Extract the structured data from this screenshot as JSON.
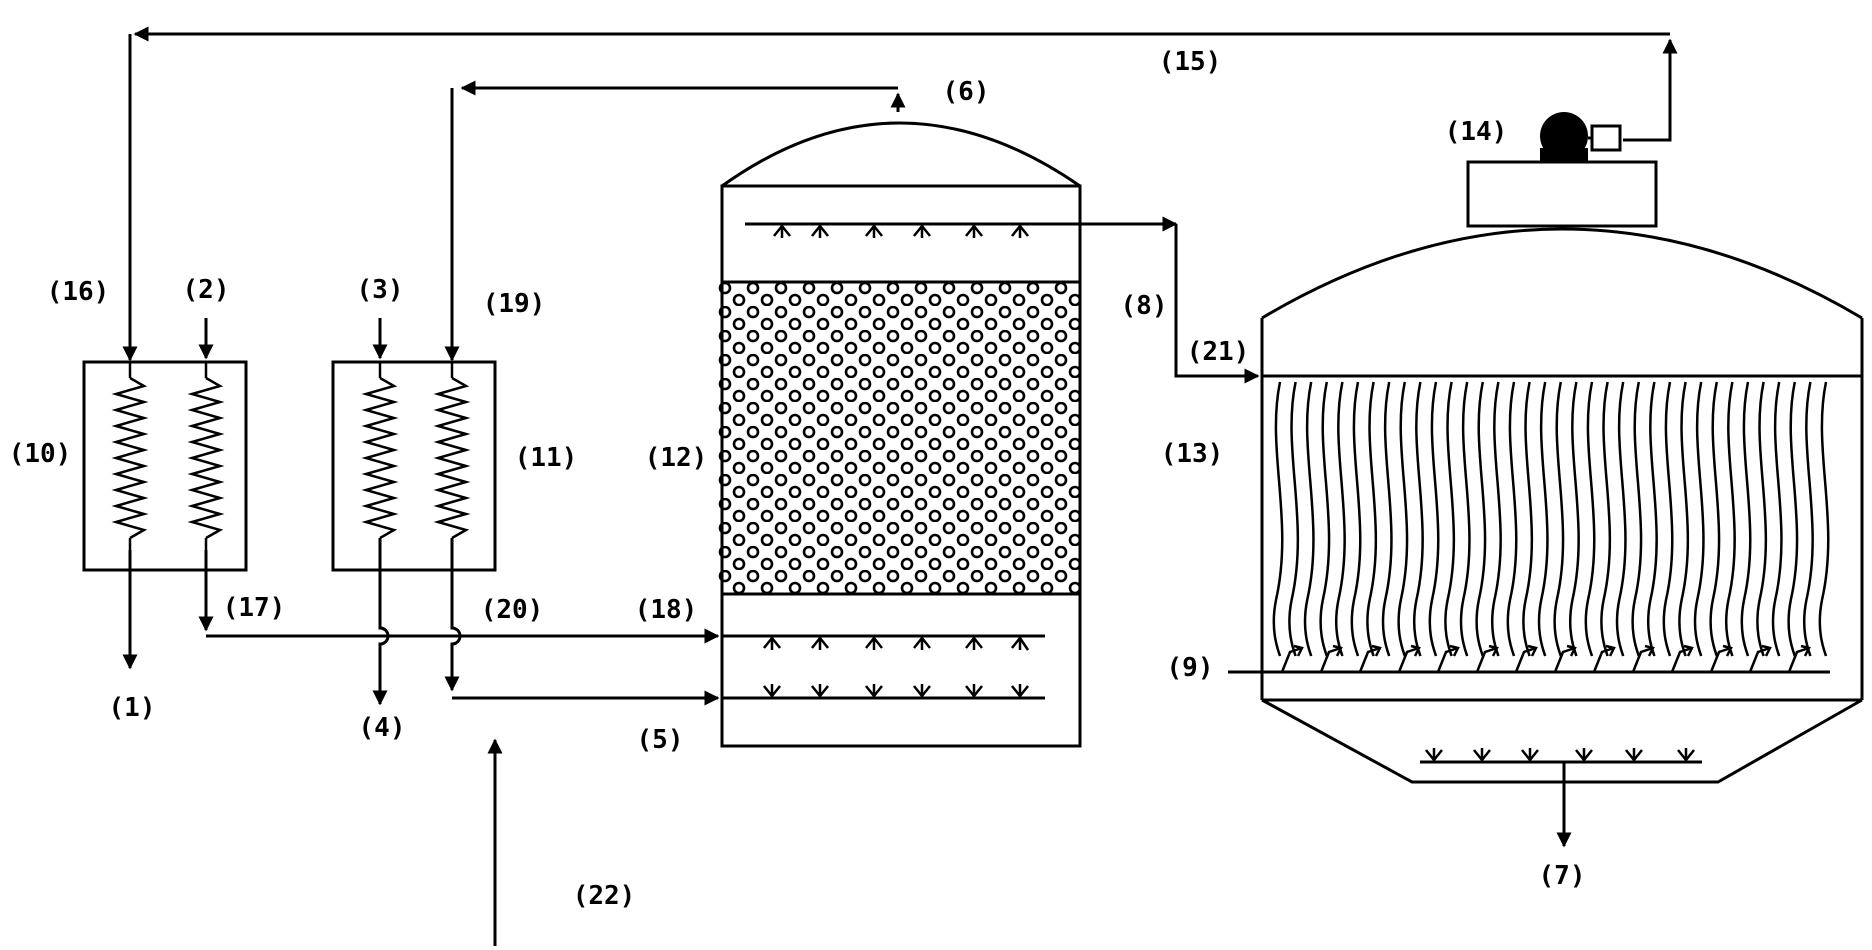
{
  "labels": {
    "l1": "(1)",
    "l2": "(2)",
    "l3": "(3)",
    "l4": "(4)",
    "l5": "(5)",
    "l6": "(6)",
    "l7": "(7)",
    "l8": "(8)",
    "l9": "(9)",
    "l10": "(10)",
    "l11": "(11)",
    "l12": "(12)",
    "l13": "(13)",
    "l14": "(14)",
    "l15": "(15)",
    "l16": "(16)",
    "l17": "(17)",
    "l18": "(18)",
    "l19": "(19)",
    "l20": "(20)",
    "l21": "(21)",
    "l22": "(22)"
  },
  "icons": {
    "heat_exchanger": "zigzag-coil-icon",
    "packing": "ring-packing-icon",
    "nozzle": "spray-nozzle-icon",
    "fan": "blower-motor-icon",
    "fibers": "wavy-fiber-bundle-icon"
  },
  "colors": {
    "line": "#000000",
    "background": "#ffffff"
  }
}
